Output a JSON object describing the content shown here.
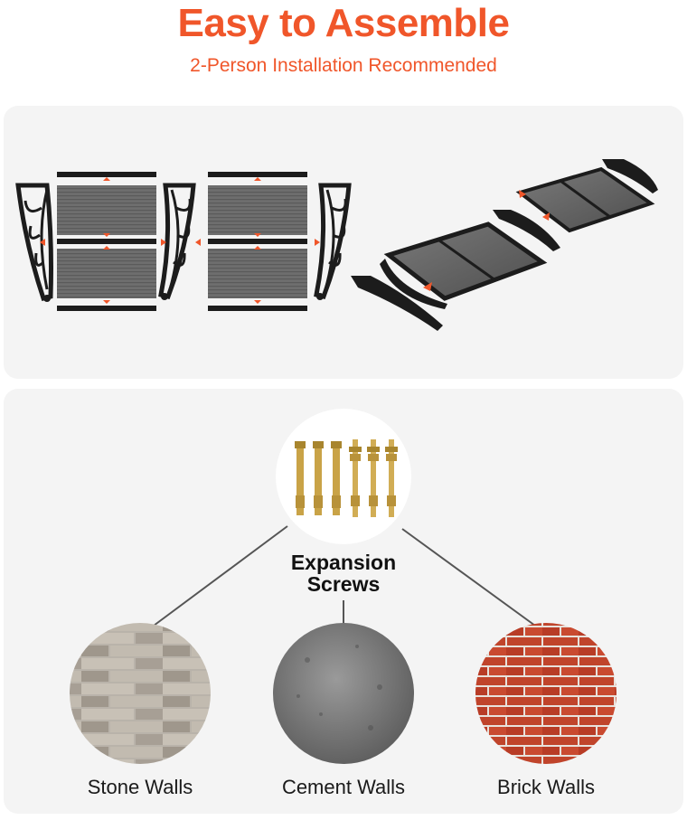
{
  "header": {
    "title": "Easy to Assemble",
    "subtitle": "2-Person Installation Recommended"
  },
  "colors": {
    "accent": "#f0562a",
    "panel_bg": "#f4f4f4",
    "canopy_panel": "#6d6d6d",
    "frame": "#1c1c1c"
  },
  "hardware": {
    "name_line1": "Expansion",
    "name_line2": "Screws"
  },
  "wall_types": [
    {
      "label": "Stone Walls"
    },
    {
      "label": "Cement Walls"
    },
    {
      "label": "Brick Walls"
    }
  ]
}
